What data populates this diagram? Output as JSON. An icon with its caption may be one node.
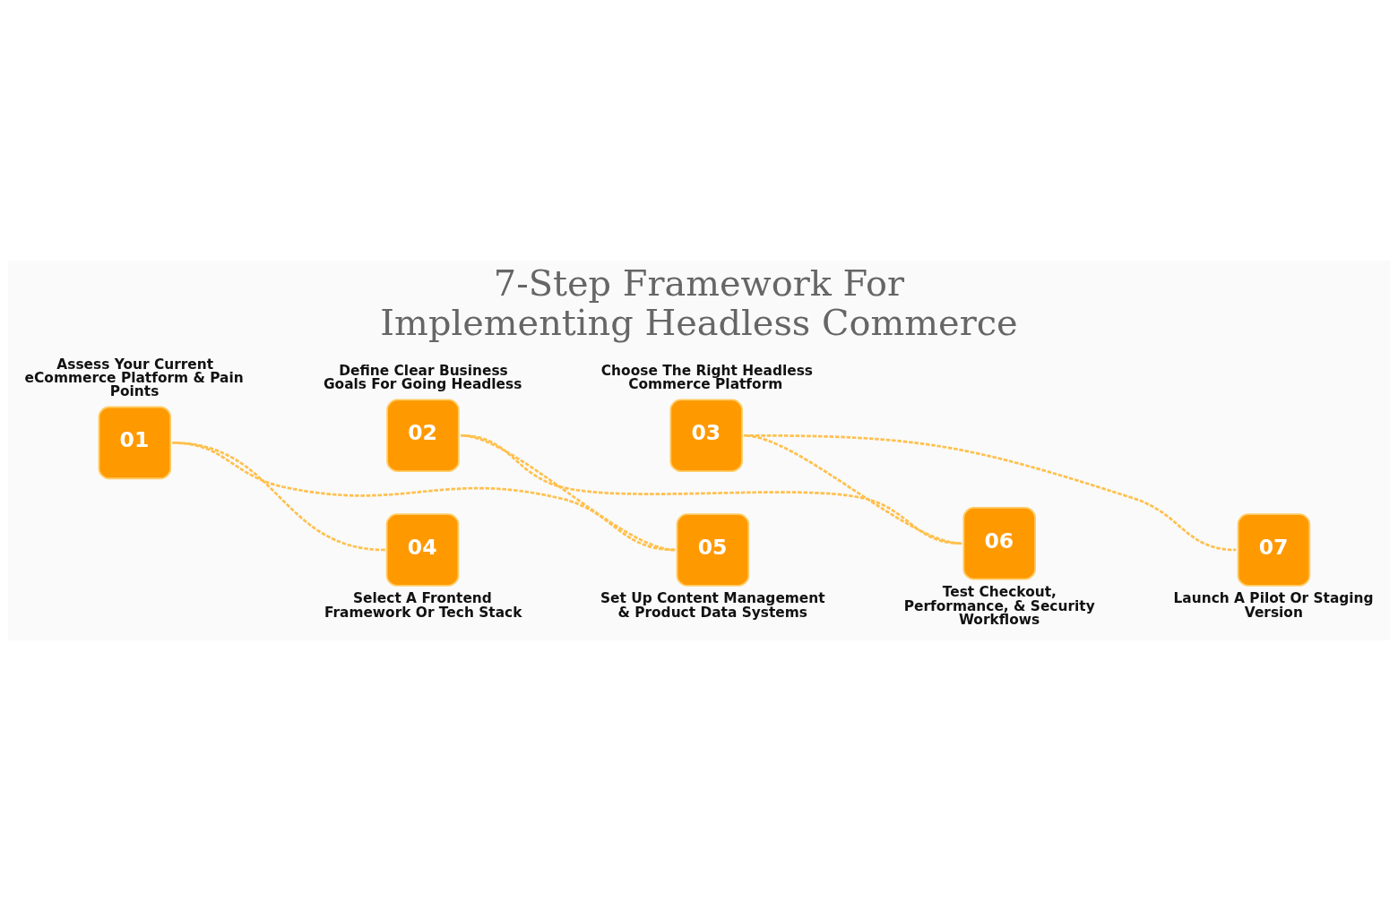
{
  "diagram": {
    "title": "7-Step Framework For Implementing Headless Commerce",
    "nodes": [
      {
        "text": [
          "01"
        ],
        "beside": [
          "Assess Your Current eCommerce Platform & Pain Points"
        ]
      },
      {
        "text": [
          "02"
        ],
        "beside": [
          "Define Clear Business Goals For Going Headless"
        ]
      },
      {
        "text": [
          "03"
        ],
        "beside": [
          "Choose The Right Headless Commerce Platform"
        ]
      },
      {
        "text": [
          "04"
        ],
        "beside": [
          "Select A Frontend Framework Or Tech Stack"
        ]
      },
      {
        "text": [
          "05"
        ],
        "beside": [
          "Set Up Content Management & Product Data Systems"
        ]
      },
      {
        "text": [
          "06"
        ],
        "beside": [
          "Test Checkout, Performance, & Security Workflows"
        ]
      },
      {
        "text": [
          "07"
        ],
        "beside": [
          "Launch A Pilot Or Staging Version"
        ]
      }
    ],
    "edges": [
      {
        "from": 3,
        "to": 0,
        "arrow": "none",
        "style": "dashed"
      },
      {
        "from": 0,
        "to": 4,
        "arrow": "none",
        "style": "dashed"
      },
      {
        "from": 4,
        "to": 1,
        "arrow": "none",
        "style": "dashed"
      },
      {
        "from": 1,
        "to": 5,
        "arrow": "none",
        "style": "dashed"
      },
      {
        "from": 5,
        "to": 2,
        "arrow": "none",
        "style": "dashed"
      },
      {
        "from": 2,
        "to": 6,
        "arrow": "none",
        "style": "dashed"
      }
    ]
  }
}
